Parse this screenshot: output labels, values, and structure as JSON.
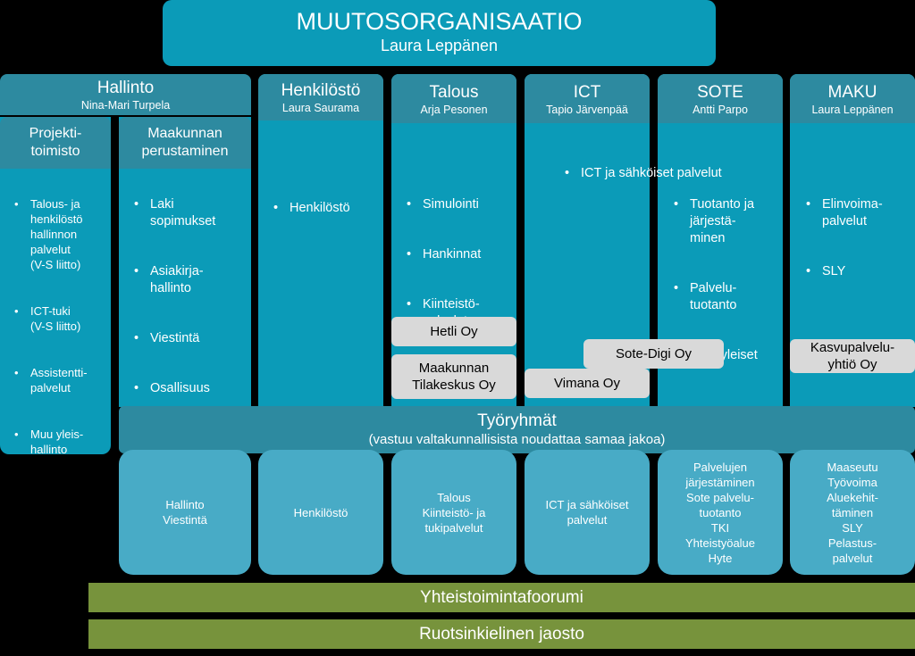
{
  "header": {
    "title": "MUUTOSORGANISAATIO",
    "subtitle": "Laura Leppänen"
  },
  "units": {
    "hallinto": {
      "title": "Hallinto",
      "lead": "Nina-Mari Turpela"
    },
    "henkilosto": {
      "title": "Henkilöstö",
      "lead": "Laura Saurama"
    },
    "talous": {
      "title": "Talous",
      "lead": "Arja Pesonen"
    },
    "ict": {
      "title": "ICT",
      "lead": "Tapio Järvenpää"
    },
    "sote": {
      "title": "SOTE",
      "lead": "Antti Parpo"
    },
    "maku": {
      "title": "MAKU",
      "lead": "Laura Leppänen"
    }
  },
  "projekti": {
    "title": "Projekti-\ntoimisto",
    "items": [
      "Talous- ja\nhenkilöstö\nhallinnon\npalvelut\n(V-S liitto)",
      "ICT-tuki\n(V-S liitto)",
      "Assistentti-\npalvelut",
      "Muu yleis-\nhallinto"
    ]
  },
  "maakunta": {
    "title": "Maakunnan\nperustaminen",
    "items": [
      "Laki\nsopimukset",
      "Asiakirja-\nhallinto",
      "Viestintä",
      "Osallisuus"
    ]
  },
  "henkilosto_items": [
    "Henkilöstö"
  ],
  "talous_items": [
    "Simulointi",
    "Hankinnat",
    "Kiinteistö-\npalvelut"
  ],
  "ict_items": [
    "ICT ja sähköiset palvelut"
  ],
  "sote_items": [
    "Tuotanto ja\njärjestä-\nminen",
    "Palvelu-\ntuotanto",
    "Sote-yleiset"
  ],
  "maku_items": [
    "Elinvoima-\npalvelut",
    "SLY"
  ],
  "companies": {
    "hetli": "Hetli Oy",
    "tilakeskus": "Maakunnan\nTilakeskus Oy",
    "sotedigi": "Sote-Digi Oy",
    "vimana": "Vimana Oy",
    "kasvu": "Kasvupalvelu-\nyhtiö Oy"
  },
  "tyoryhmat": {
    "title": "Työryhmät",
    "note": "(vastuu valtakunnallisista noudattaa samaa jakoa)",
    "groups": [
      "Hallinto\nViestintä",
      "Henkilöstö",
      "Talous\nKiinteistö- ja\ntukipalvelut",
      "ICT ja sähköiset\npalvelut",
      "Palvelujen\njärjestäminen\nSote palvelu-\ntuotanto\nTKI\nYhteistyöalue\nHyte",
      "Maaseutu\nTyövoima\nAluekehit-\ntäminen\nSLY\nPelastus-\npalvelut"
    ]
  },
  "forums": {
    "forum1": "Yhteistoimintafoorumi",
    "forum2": "Ruotsinkielinen jaosto"
  }
}
